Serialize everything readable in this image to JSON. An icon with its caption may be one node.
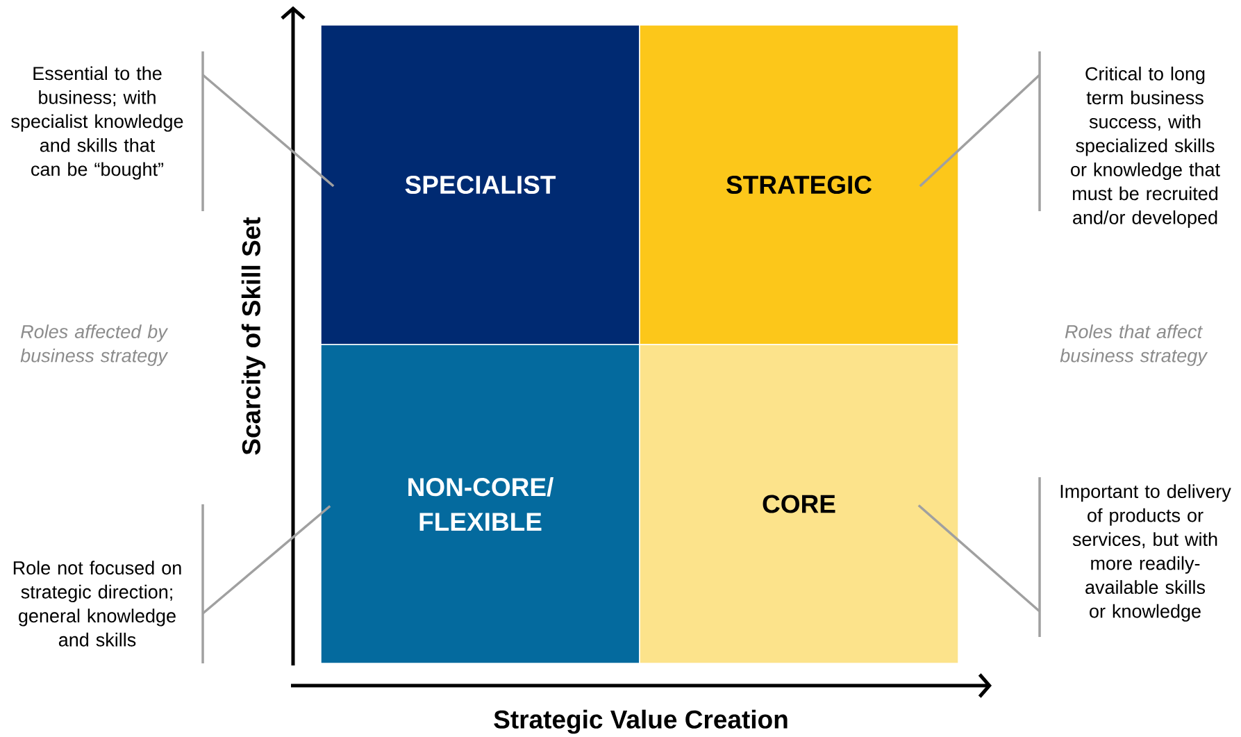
{
  "diagram": {
    "nodes": [
      {
        "text": [
          "Essential to the business; with specialist knowledge and skills that can be “bought”"
        ]
      },
      {
        "text": [
          "SPECIALIST"
        ]
      },
      {
        "text": [
          "STRATEGIC"
        ]
      },
      {
        "text": [
          "Critical to long term business success, with specialized skills or knowledge that must be recruited and/or developed"
        ]
      },
      {
        "text": [
          "Role not focused on strategic direction; general knowledge and skills"
        ]
      },
      {
        "text": [
          "NON-CORE/ FLEXIBLE"
        ]
      },
      {
        "text": [
          "CORE"
        ]
      },
      {
        "text": [
          "Important to delivery of products or services, but with more readily-available skills or knowledge"
        ]
      }
    ],
    "edges": [
      {
        "from": 0,
        "to": 1,
        "arrow": "none"
      },
      {
        "from": 3,
        "to": 2,
        "arrow": "none"
      },
      {
        "from": 4,
        "to": 5,
        "arrow": "none"
      },
      {
        "from": 7,
        "to": 6,
        "arrow": "none"
      }
    ],
    "labels": [
      "Roles affected by business strategy",
      "Scarcity of Skill Set",
      "Roles that affect business strategy",
      "Strategic Value Creation"
    ]
  }
}
